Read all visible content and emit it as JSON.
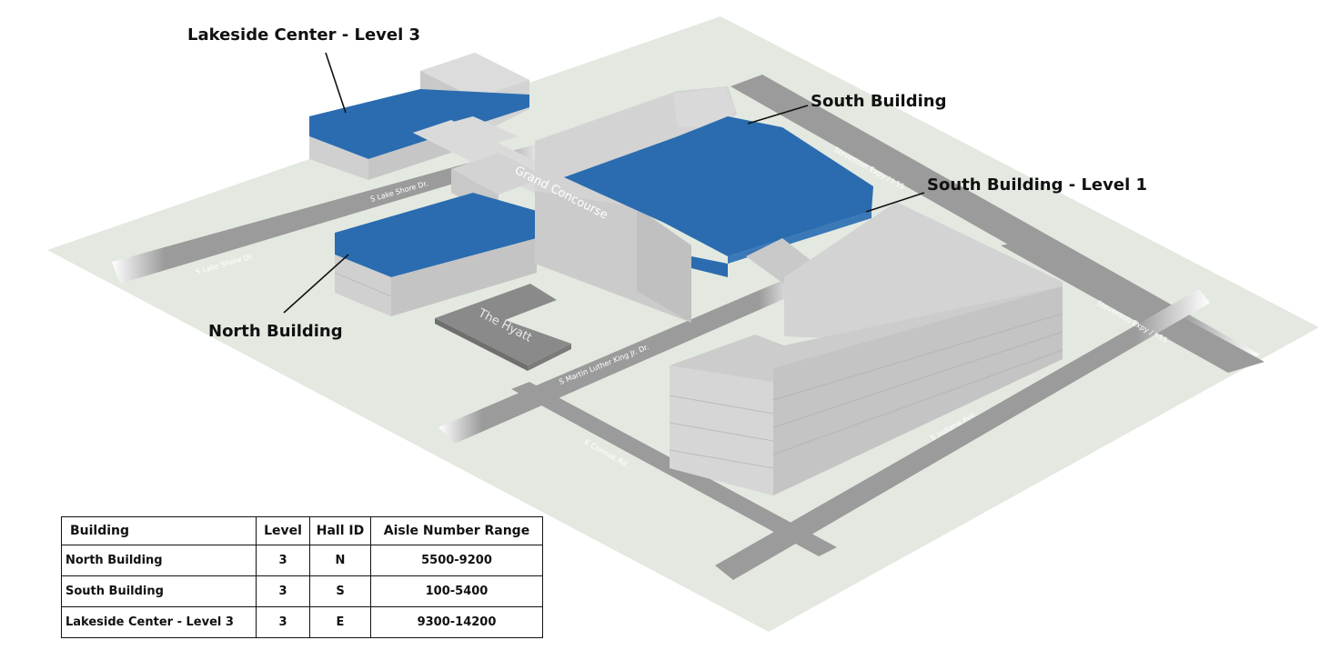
{
  "map": {
    "callouts": {
      "lakeside": "Lakeside Center - Level 3",
      "south": "South Building",
      "south_level1": "South Building - Level 1",
      "north": "North Building"
    },
    "places": {
      "grand_concourse": "Grand Concourse",
      "hyatt": "The Hyatt"
    },
    "roads": {
      "lake_shore_upper": "S Lake Shore Dr.",
      "lake_shore_lower": "S Lake Shore Dr.",
      "stevenson_upper": "Stevenson Expy / I-55",
      "stevenson_lower": "Stevenson Expy / I-55",
      "mlk": "S Martin Luther  King Jr. Dr.",
      "cermak": "E Cermak Rd.",
      "indiana": "S Indiana Ave."
    },
    "colors": {
      "ground": "#e3e9e0",
      "road": "#9b9b9b",
      "building": "#d3d3d3",
      "highlight": "#2b6cb0",
      "hyatt": "#8a8a8a"
    }
  },
  "legend": {
    "headers": {
      "building": "Building",
      "level": "Level",
      "hall_id": "Hall ID",
      "aisle_range": "Aisle Number Range"
    },
    "rows": [
      {
        "building": "North Building",
        "level": "3",
        "hall_id": "N",
        "aisle_range": "5500-9200"
      },
      {
        "building": "South Building",
        "level": "3",
        "hall_id": "S",
        "aisle_range": "100-5400"
      },
      {
        "building": "Lakeside Center - Level 3",
        "level": "3",
        "hall_id": "E",
        "aisle_range": "9300-14200"
      }
    ]
  }
}
